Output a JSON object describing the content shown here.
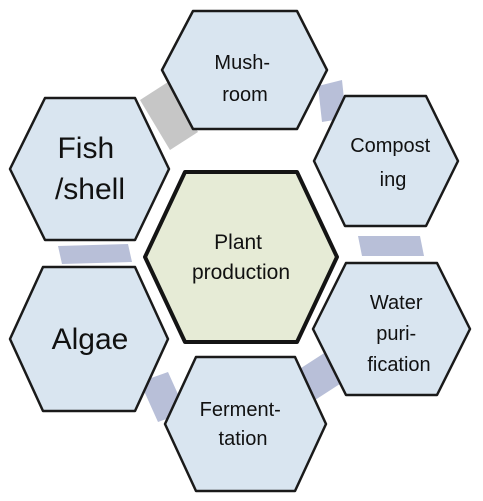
{
  "center": {
    "label_lines": [
      "Plant",
      "production"
    ]
  },
  "nodes": [
    {
      "id": "mushroom",
      "label_lines": [
        "Mush-",
        "room"
      ]
    },
    {
      "id": "composting",
      "label_lines": [
        "Compost",
        "ing"
      ]
    },
    {
      "id": "water-purification",
      "label_lines": [
        "Water",
        "puri-",
        "fication"
      ]
    },
    {
      "id": "fermentation",
      "label_lines": [
        "Ferment-",
        "tation"
      ]
    },
    {
      "id": "algae",
      "label_lines": [
        "Algae"
      ]
    },
    {
      "id": "fish-shell",
      "label_lines": [
        "Fish",
        "/shell"
      ]
    }
  ],
  "colors": {
    "outer_fill": "#d9e5f0",
    "center_fill": "#e6ebd6",
    "connector_blue": "#b8bfd8",
    "connector_gray": "#c6c6c6",
    "outline": "#1a1a1a"
  }
}
